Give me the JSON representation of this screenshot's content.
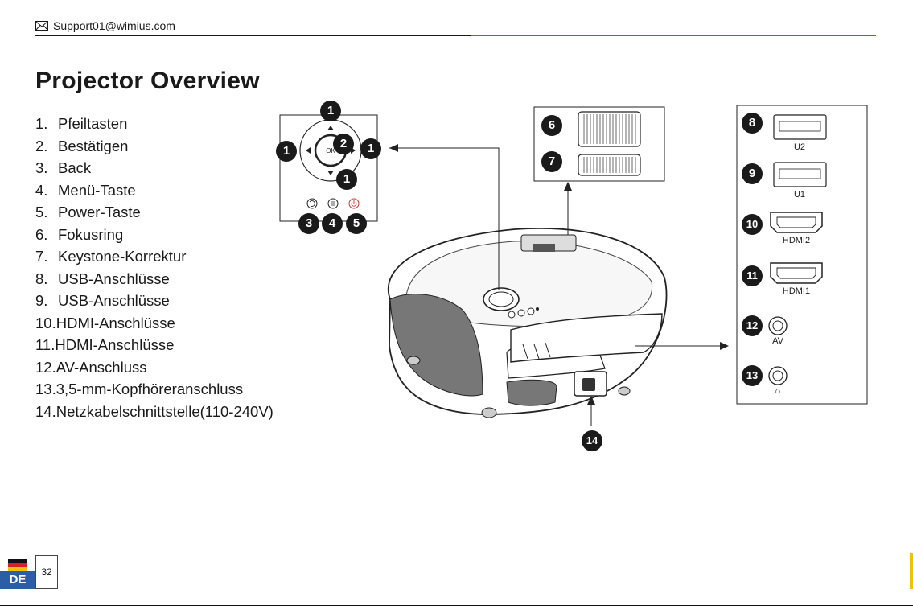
{
  "header": {
    "email": "Support01@wimius.com",
    "mail_icon": "envelope-icon"
  },
  "title": "Projector Overview",
  "parts": [
    {
      "num": "1.",
      "label": "Pfeiltasten"
    },
    {
      "num": "2.",
      "label": "Bestätigen"
    },
    {
      "num": "3.",
      "label": "Back"
    },
    {
      "num": "4.",
      "label": "Menü-Taste"
    },
    {
      "num": "5.",
      "label": "Power-Taste"
    },
    {
      "num": "6.",
      "label": "Fokusring"
    },
    {
      "num": "7.",
      "label": "Keystone-Korrektur"
    },
    {
      "num": "8.",
      "label": "USB-Anschlüsse"
    },
    {
      "num": "9.",
      "label": "USB-Anschlüsse"
    },
    {
      "num": "10.",
      "label": "HDMI-Anschlüsse"
    },
    {
      "num": "11.",
      "label": "HDMI-Anschlüsse"
    },
    {
      "num": "12.",
      "label": "AV-Anschluss"
    },
    {
      "num": "13.",
      "label": "3,5-mm-Kopfhöreranschluss"
    },
    {
      "num": "14.",
      "label": "Netzkabelschnittstelle(110-240V)"
    }
  ],
  "diagram": {
    "keypad": {
      "ok_label": "OK",
      "badges": [
        "1",
        "1",
        "2",
        "1",
        "1",
        "3",
        "4",
        "5"
      ]
    },
    "focus": {
      "badges": [
        "6",
        "7"
      ]
    },
    "ports": {
      "badges": [
        "8",
        "9",
        "10",
        "11",
        "12",
        "13"
      ],
      "labels": [
        "U2",
        "U1",
        "HDMI2",
        "HDMI1",
        "AV",
        "∩"
      ]
    },
    "power_badge": "14"
  },
  "footer": {
    "language": "DE",
    "page_number": "32"
  },
  "colors": {
    "badge": "#1a1a1a",
    "lang_bar": "#2e5da8",
    "accent_rule": "#5b6a8a"
  }
}
